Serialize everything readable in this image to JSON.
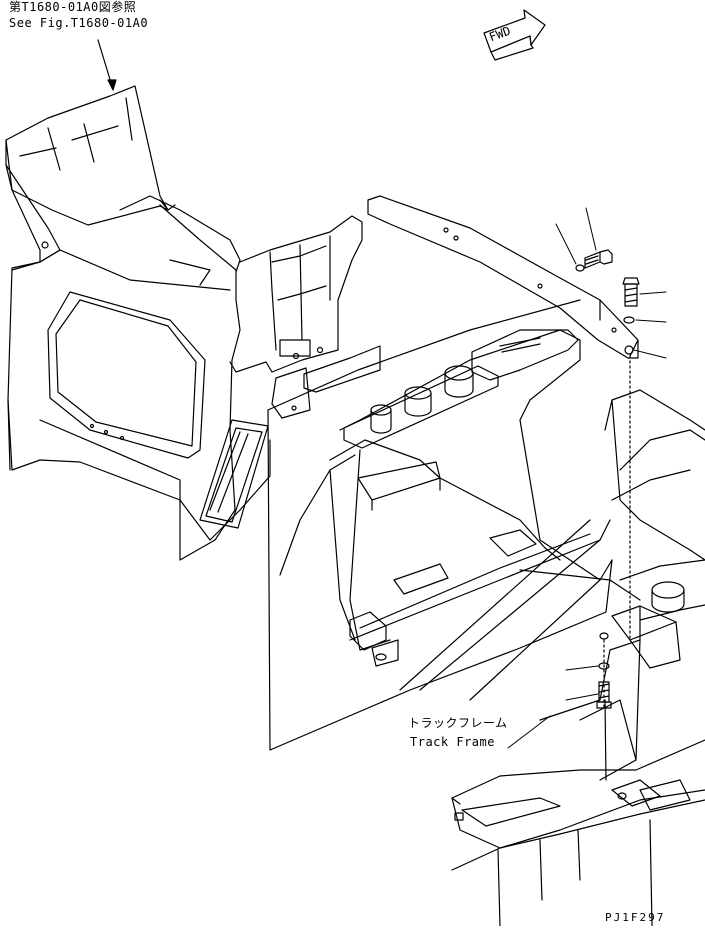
{
  "reference_note": {
    "jp": "第T1680-01A0図参照",
    "en": "See Fig.T1680-01A0"
  },
  "forward_marker": "FWD",
  "part_label": {
    "jp": "トラックフレーム",
    "en": "Track Frame"
  },
  "drawing_code": "PJ1F297"
}
